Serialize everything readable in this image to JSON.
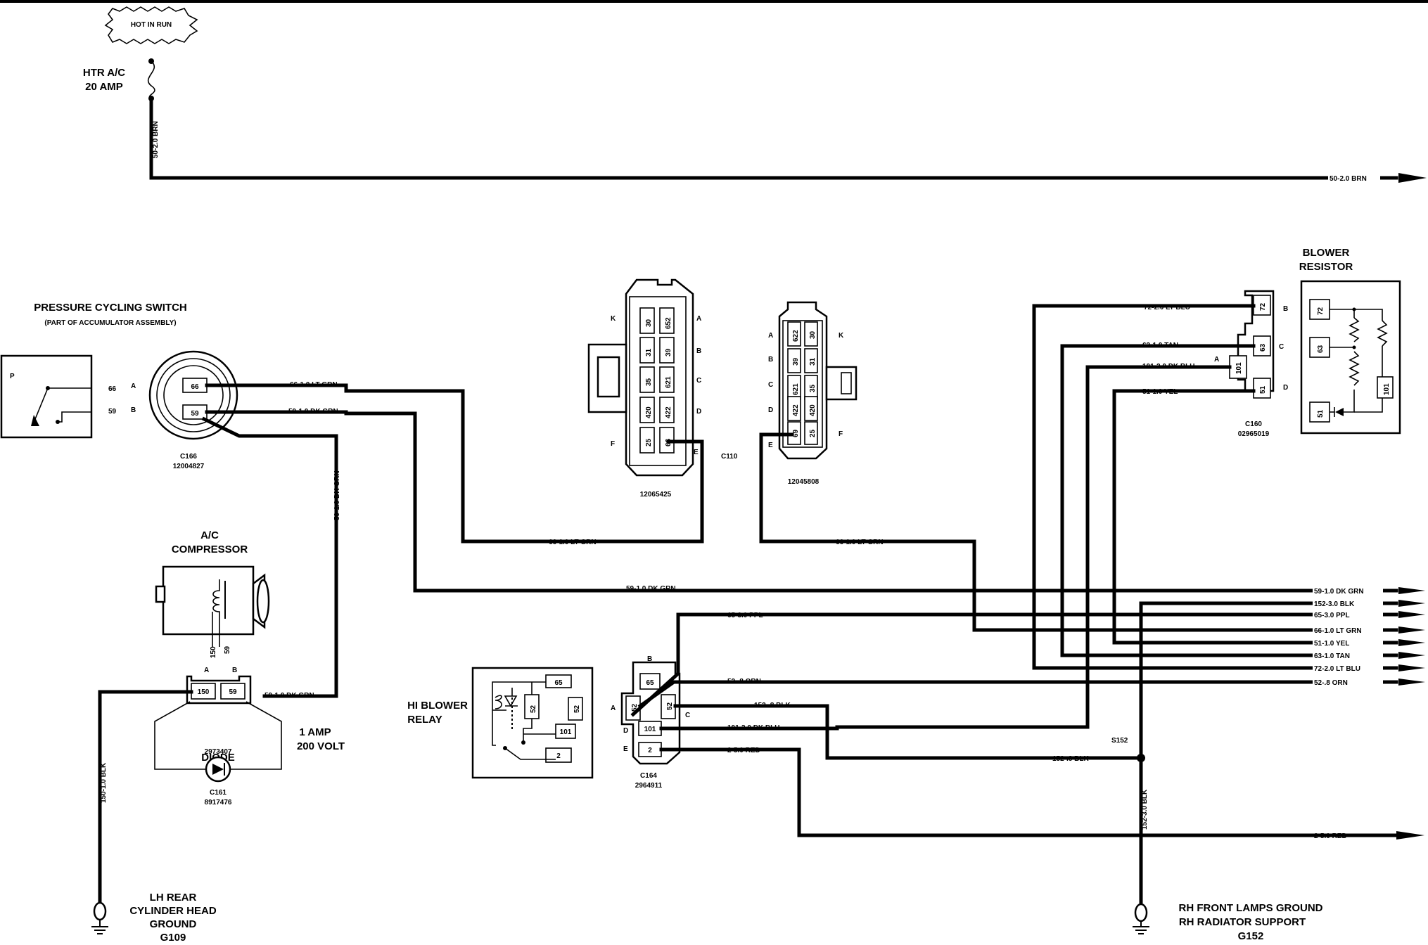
{
  "labels": {
    "hot_in_run": "HOT IN RUN",
    "fuse_line1": "HTR A/C",
    "fuse_line2": "20 AMP",
    "blower_resistor_line1": "BLOWER",
    "blower_resistor_line2": "RESISTOR",
    "pressure_switch_title": "PRESSURE CYCLING SWITCH",
    "pressure_switch_sub": "(PART OF ACCUMULATOR ASSEMBLY)",
    "ac_comp_line1": "A/C",
    "ac_comp_line2": "COMPRESSOR",
    "hi_blower_line1": "HI BLOWER",
    "hi_blower_line2": "RELAY",
    "diode_part": "2973407",
    "diode": "DIODE",
    "diode_rating1": "1 AMP",
    "diode_rating2": "200 VOLT",
    "lh_ground1": "LH REAR",
    "lh_ground2": "CYLINDER HEAD",
    "lh_ground3": "GROUND",
    "lh_ground4": "G109",
    "rh_ground1": "RH FRONT LAMPS GROUND",
    "rh_ground2": "RH RADIATOR SUPPORT",
    "rh_ground3": "G152",
    "p_label": "P",
    "s152": "S152"
  },
  "connectors": {
    "c166": "C166",
    "c166_part": "12004827",
    "c110": "C110",
    "c110_left_part": "12065425",
    "c110_right_part": "12045808",
    "c160": "C160",
    "c160_part": "02965019",
    "c164": "C164",
    "c164_part": "2964911",
    "c161": "C161",
    "c161_part": "8917476"
  },
  "pins": {
    "ps_66": "66",
    "ps_59": "59",
    "ps_a": "A",
    "ps_b": "B",
    "c110l": [
      "30",
      "652",
      "31",
      "39",
      "35",
      "621",
      "420",
      "422",
      "25",
      "66"
    ],
    "c110l_letters": [
      "K",
      "A",
      "B",
      "C",
      "D",
      "F",
      "E"
    ],
    "c110r": [
      "622",
      "30",
      "39",
      "31",
      "621",
      "35",
      "422",
      "420",
      "69",
      "25"
    ],
    "c110r_letters": [
      "A",
      "K",
      "B",
      "C",
      "D",
      "E",
      "F"
    ],
    "br_72": "72",
    "br_63": "63",
    "br_101": "101",
    "br_51": "51",
    "br_a": "A",
    "br_b": "B",
    "br_c": "C",
    "br_d": "D",
    "bri_72": "72",
    "bri_63": "63",
    "bri_101": "101",
    "bri_51": "51",
    "comp_150": "150",
    "comp_59": "59",
    "dc_150": "150",
    "dc_59": "59",
    "dc_a": "A",
    "dc_b": "B",
    "relay_65": "65",
    "relay_52": "52",
    "relay_52b": "52",
    "relay_101": "101",
    "relay_2": "2",
    "rc_65": "65",
    "rc_52a": "52",
    "rc_52b": "52",
    "rc_101": "101",
    "rc_2": "2",
    "rc_b": "B",
    "rc_a": "A",
    "rc_c": "C",
    "rc_d": "D",
    "rc_e": "E"
  },
  "wires": {
    "w_50_v": "50-2.0 BRN",
    "w_50_h": "50-2.0 BRN",
    "w_72": "72-2.0 LT BLU",
    "w_63": "63-1.0 TAN",
    "w_101_top": "101-2.0 DK BLU",
    "w_51": "51-1.0 YEL",
    "w_66_sw": "66-1.0 LT GRN",
    "w_59_sw": "59-1.0 DK GRN",
    "w_59_v": "59-1.0 DK GRN",
    "w_66_mid1": "66-1.0 LT GRN",
    "w_66_mid2": "66-1.0 LT GRN",
    "w_59_mid": "59-1.0 DK GRN",
    "w_65_ppl": "65-3.0 PPL",
    "w_52_orn": "52-.8 ORN",
    "w_152_blk": "152-.8 BLK",
    "w_101_blu": "101-2.0 DK BLU",
    "w_2_red": "2-5.0 RED",
    "w_152_s": "152-.8 BLK",
    "w_152_v": "152-3.0 BLK",
    "w_2_red_r": "2-5.0 RED",
    "w_59_dc": "59-1.0 DK GRN",
    "w_150_v": "150-1.0 BLK",
    "r1": "59-1.0 DK GRN",
    "r2": "152-3.0 BLK",
    "r3": "65-3.0 PPL",
    "r4": "66-1.0 LT GRN",
    "r5": "51-1.0 YEL",
    "r6": "63-1.0 TAN",
    "r7": "72-2.0 LT BLU",
    "r8": "52-.8 ORN"
  }
}
